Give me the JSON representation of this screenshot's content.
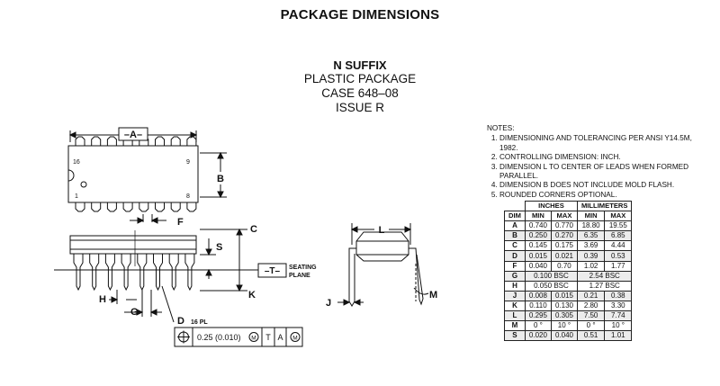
{
  "header": {
    "title": "PACKAGE DIMENSIONS",
    "suffix": "N SUFFIX",
    "package": "PLASTIC PACKAGE",
    "case": "CASE 648–08",
    "issue": "ISSUE R"
  },
  "drawing": {
    "label_a": "–A–",
    "label_b": "B",
    "label_f": "F",
    "label_c": "C",
    "label_s": "S",
    "label_t": "–T–",
    "seating_1": "SEATING",
    "seating_2": "PLANE",
    "label_h": "H",
    "label_g": "G",
    "label_k": "K",
    "label_d": "D",
    "label_16pl": "16 PL",
    "label_l": "L",
    "label_j": "J",
    "label_m": "M",
    "pin_16": "16",
    "pin_9": "9",
    "pin_1": "1",
    "pin_8": "8",
    "tolerance_value": "0.25 (0.010)",
    "tolerance_m1": "M",
    "tolerance_t": "T",
    "tolerance_a": "A",
    "tolerance_m2": "M"
  },
  "notes": {
    "heading": "NOTES:",
    "items": [
      "DIMENSIONING AND TOLERANCING PER ANSI Y14.5M, 1982.",
      "CONTROLLING DIMENSION: INCH.",
      "DIMENSION L TO CENTER OF LEADS WHEN FORMED PARALLEL.",
      "DIMENSION B DOES NOT INCLUDE MOLD FLASH.",
      "ROUNDED CORNERS OPTIONAL."
    ]
  },
  "table": {
    "head_inches": "INCHES",
    "head_mm": "MILLIMETERS",
    "col_dim": "DIM",
    "col_min": "MIN",
    "col_max": "MAX",
    "rows": [
      {
        "dim": "A",
        "in_min": "0.740",
        "in_max": "0.770",
        "mm_min": "18.80",
        "mm_max": "19.55"
      },
      {
        "dim": "B",
        "in_min": "0.250",
        "in_max": "0.270",
        "mm_min": "6.35",
        "mm_max": "6.85"
      },
      {
        "dim": "C",
        "in_min": "0.145",
        "in_max": "0.175",
        "mm_min": "3.69",
        "mm_max": "4.44"
      },
      {
        "dim": "D",
        "in_min": "0.015",
        "in_max": "0.021",
        "mm_min": "0.39",
        "mm_max": "0.53"
      },
      {
        "dim": "F",
        "in_min": "0.040",
        "in_max": "0.70",
        "mm_min": "1.02",
        "mm_max": "1.77"
      },
      {
        "dim": "G",
        "in_span": "0.100 BSC",
        "mm_span": "2.54 BSC"
      },
      {
        "dim": "H",
        "in_span": "0.050 BSC",
        "mm_span": "1.27 BSC"
      },
      {
        "dim": "J",
        "in_min": "0.008",
        "in_max": "0.015",
        "mm_min": "0.21",
        "mm_max": "0.38"
      },
      {
        "dim": "K",
        "in_min": "0.110",
        "in_max": "0.130",
        "mm_min": "2.80",
        "mm_max": "3.30"
      },
      {
        "dim": "L",
        "in_min": "0.295",
        "in_max": "0.305",
        "mm_min": "7.50",
        "mm_max": "7.74"
      },
      {
        "dim": "M",
        "in_min": "0 °",
        "in_max": "10 °",
        "mm_min": "0 °",
        "mm_max": "10 °"
      },
      {
        "dim": "S",
        "in_min": "0.020",
        "in_max": "0.040",
        "mm_min": "0.51",
        "mm_max": "1.01"
      }
    ]
  }
}
